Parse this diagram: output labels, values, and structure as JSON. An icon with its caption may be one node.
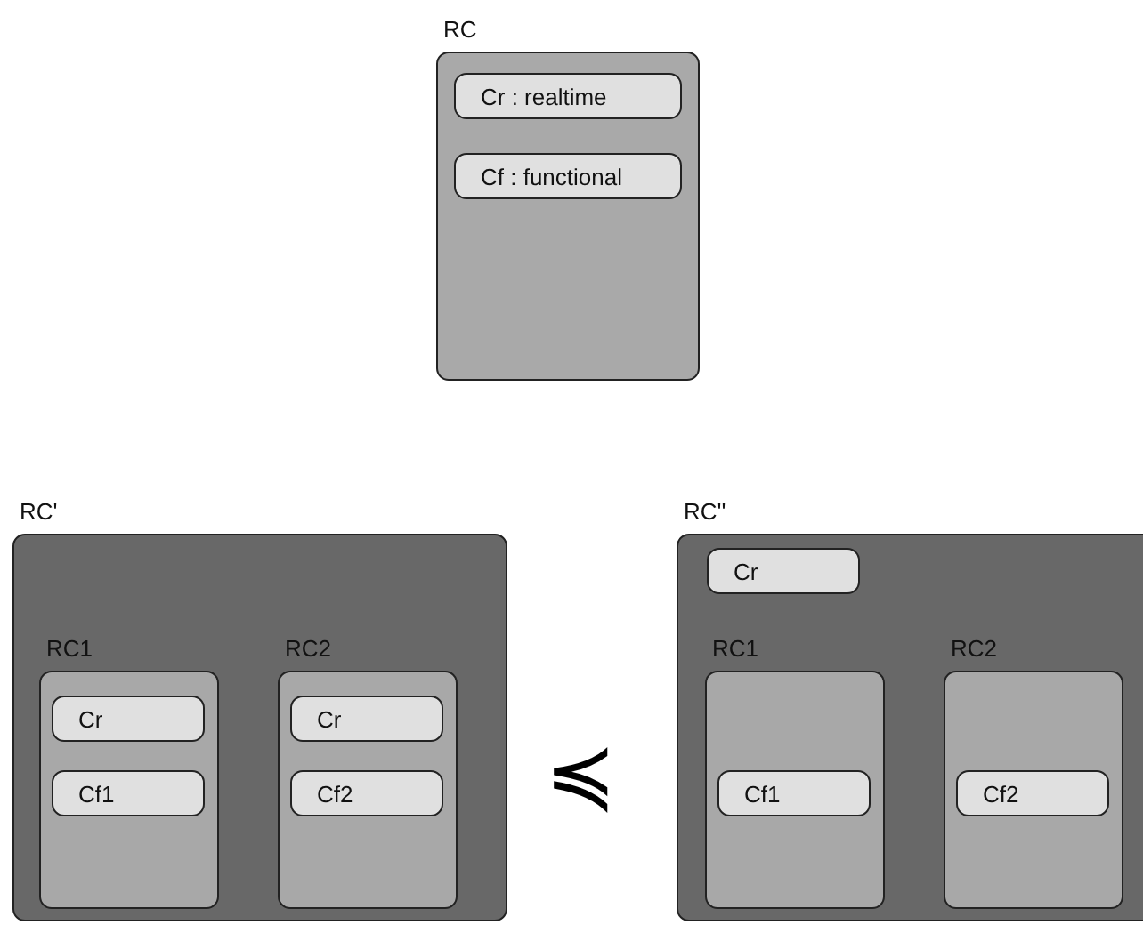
{
  "diagram": {
    "nodes": [
      {
        "text": [
          "RC"
        ]
      },
      {
        "text": [
          "Cr : realtime"
        ],
        "in": 0
      },
      {
        "text": [
          "Cf : functional"
        ],
        "in": 0
      },
      {
        "text": [
          "RC'"
        ]
      },
      {
        "text": [
          "RC1"
        ],
        "in": 3
      },
      {
        "text": [
          "Cr"
        ],
        "in": 4
      },
      {
        "text": [
          "Cf1"
        ],
        "in": 4
      },
      {
        "text": [
          "RC2"
        ],
        "in": 3
      },
      {
        "text": [
          "Cr"
        ],
        "in": 7
      },
      {
        "text": [
          "Cf2"
        ],
        "in": 7
      },
      {
        "text": [
          "RC''"
        ]
      },
      {
        "text": [
          "Cr"
        ],
        "in": 10
      },
      {
        "text": [
          "RC1"
        ],
        "in": 10
      },
      {
        "text": [
          "Cf1"
        ],
        "in": 12
      },
      {
        "text": [
          "RC2"
        ],
        "in": 10
      },
      {
        "text": [
          "Cf2"
        ],
        "in": 14
      }
    ],
    "labels": [
      "≼"
    ]
  }
}
